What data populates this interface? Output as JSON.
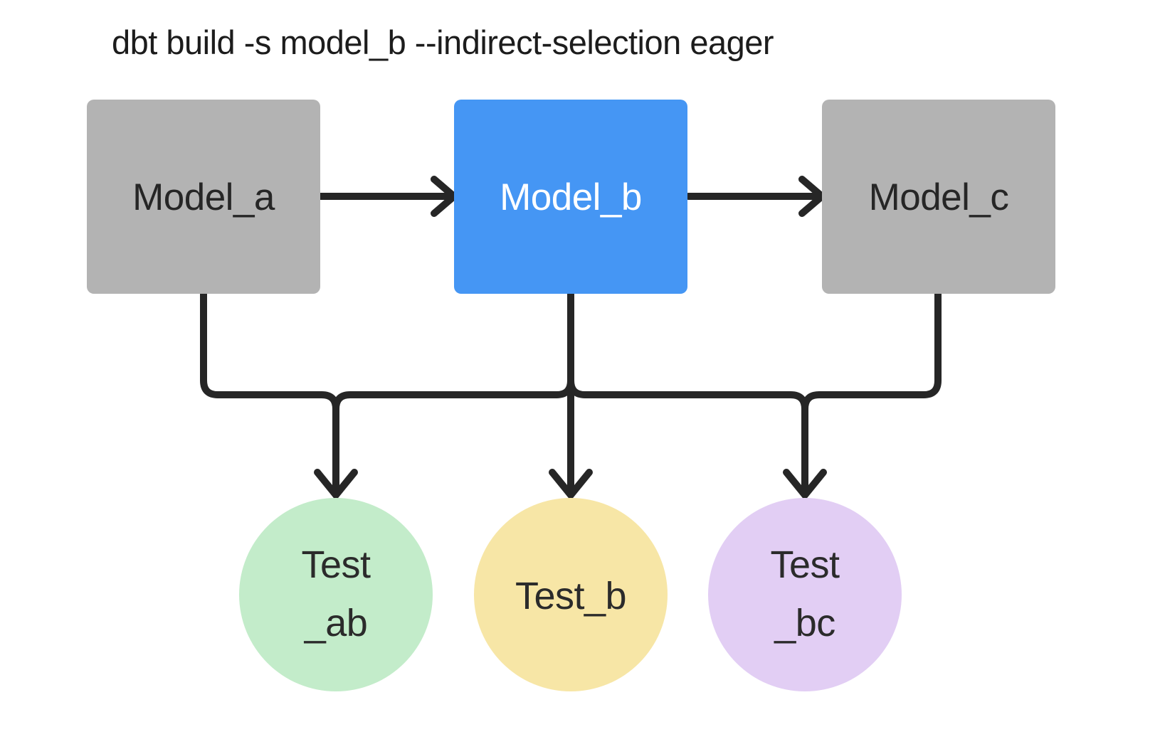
{
  "title": "dbt build -s model_b --indirect-selection eager",
  "colors": {
    "background": "#ffffff",
    "edge": "#262626",
    "model_unselected_fill": "#b3b3b3",
    "model_selected_fill": "#4596f4",
    "model_text_dark": "#262626",
    "model_text_light": "#ffffff",
    "test_text": "#2b2b2b"
  },
  "models": [
    {
      "id": "model_a",
      "label": "Model_a",
      "fill": "#b3b3b3",
      "text_color": "#262626",
      "selected": false
    },
    {
      "id": "model_b",
      "label": "Model_b",
      "fill": "#4596f4",
      "text_color": "#ffffff",
      "selected": true
    },
    {
      "id": "model_c",
      "label": "Model_c",
      "fill": "#b3b3b3",
      "text_color": "#262626",
      "selected": false
    }
  ],
  "tests": [
    {
      "id": "test_ab",
      "line1": "Test",
      "line2": "_ab",
      "fill": "#c3ecca",
      "text_color": "#2b2b2b"
    },
    {
      "id": "test_b",
      "line1": "Test_b",
      "line2": "",
      "fill": "#f7e6a6",
      "text_color": "#2b2b2b"
    },
    {
      "id": "test_bc",
      "line1": "Test",
      "line2": "_bc",
      "fill": "#e2cef4",
      "text_color": "#2b2b2b"
    }
  ],
  "edges": [
    {
      "from": "model_a",
      "to": "model_b"
    },
    {
      "from": "model_b",
      "to": "model_c"
    },
    {
      "from": "model_a",
      "to": "test_ab"
    },
    {
      "from": "model_b",
      "to": "test_ab"
    },
    {
      "from": "model_b",
      "to": "test_b"
    },
    {
      "from": "model_b",
      "to": "test_bc"
    },
    {
      "from": "model_c",
      "to": "test_bc"
    }
  ]
}
